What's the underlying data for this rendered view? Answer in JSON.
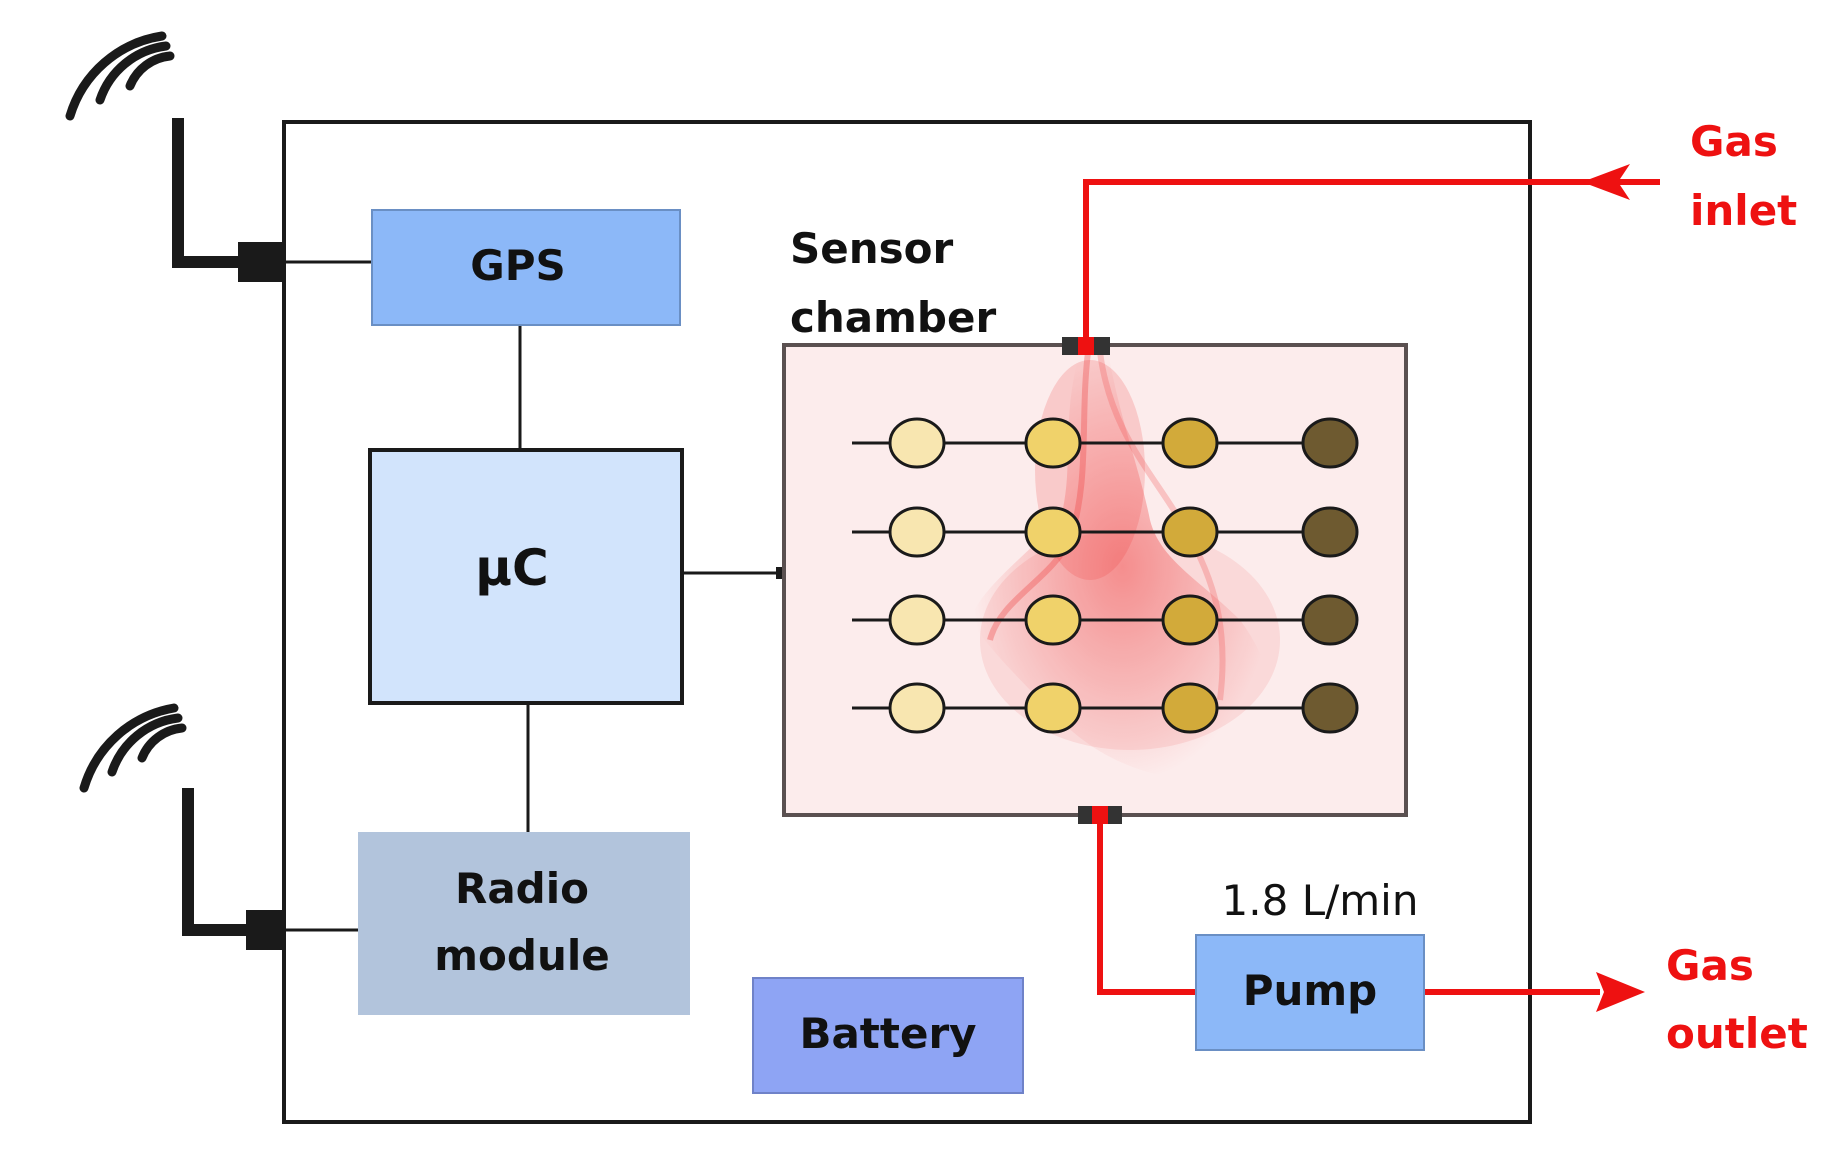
{
  "blocks": {
    "gps": "GPS",
    "uc": "µC",
    "radio_line1": "Radio",
    "radio_line2": "module",
    "battery": "Battery",
    "pump": "Pump"
  },
  "sensor_chamber": {
    "label_line1": "Sensor",
    "label_line2": "chamber",
    "sensor_colors": [
      "#f8e6b0",
      "#f0d26a",
      "#d2aa3a",
      "#6e5a30"
    ]
  },
  "flow_rate": "1.8 L/min",
  "gas": {
    "inlet_line1": "Gas",
    "inlet_line2": "inlet",
    "outlet_line1": "Gas",
    "outlet_line2": "outlet"
  },
  "colors": {
    "gas_line": "#ee1111",
    "gps_fill": "#8cb8f8",
    "uc_fill": "#d2e4fc",
    "radio_fill": "#b2c4dc",
    "battery_fill": "#8ea4f4",
    "pump_fill": "#8cb8f8",
    "chamber_fill": "#fcecec"
  }
}
